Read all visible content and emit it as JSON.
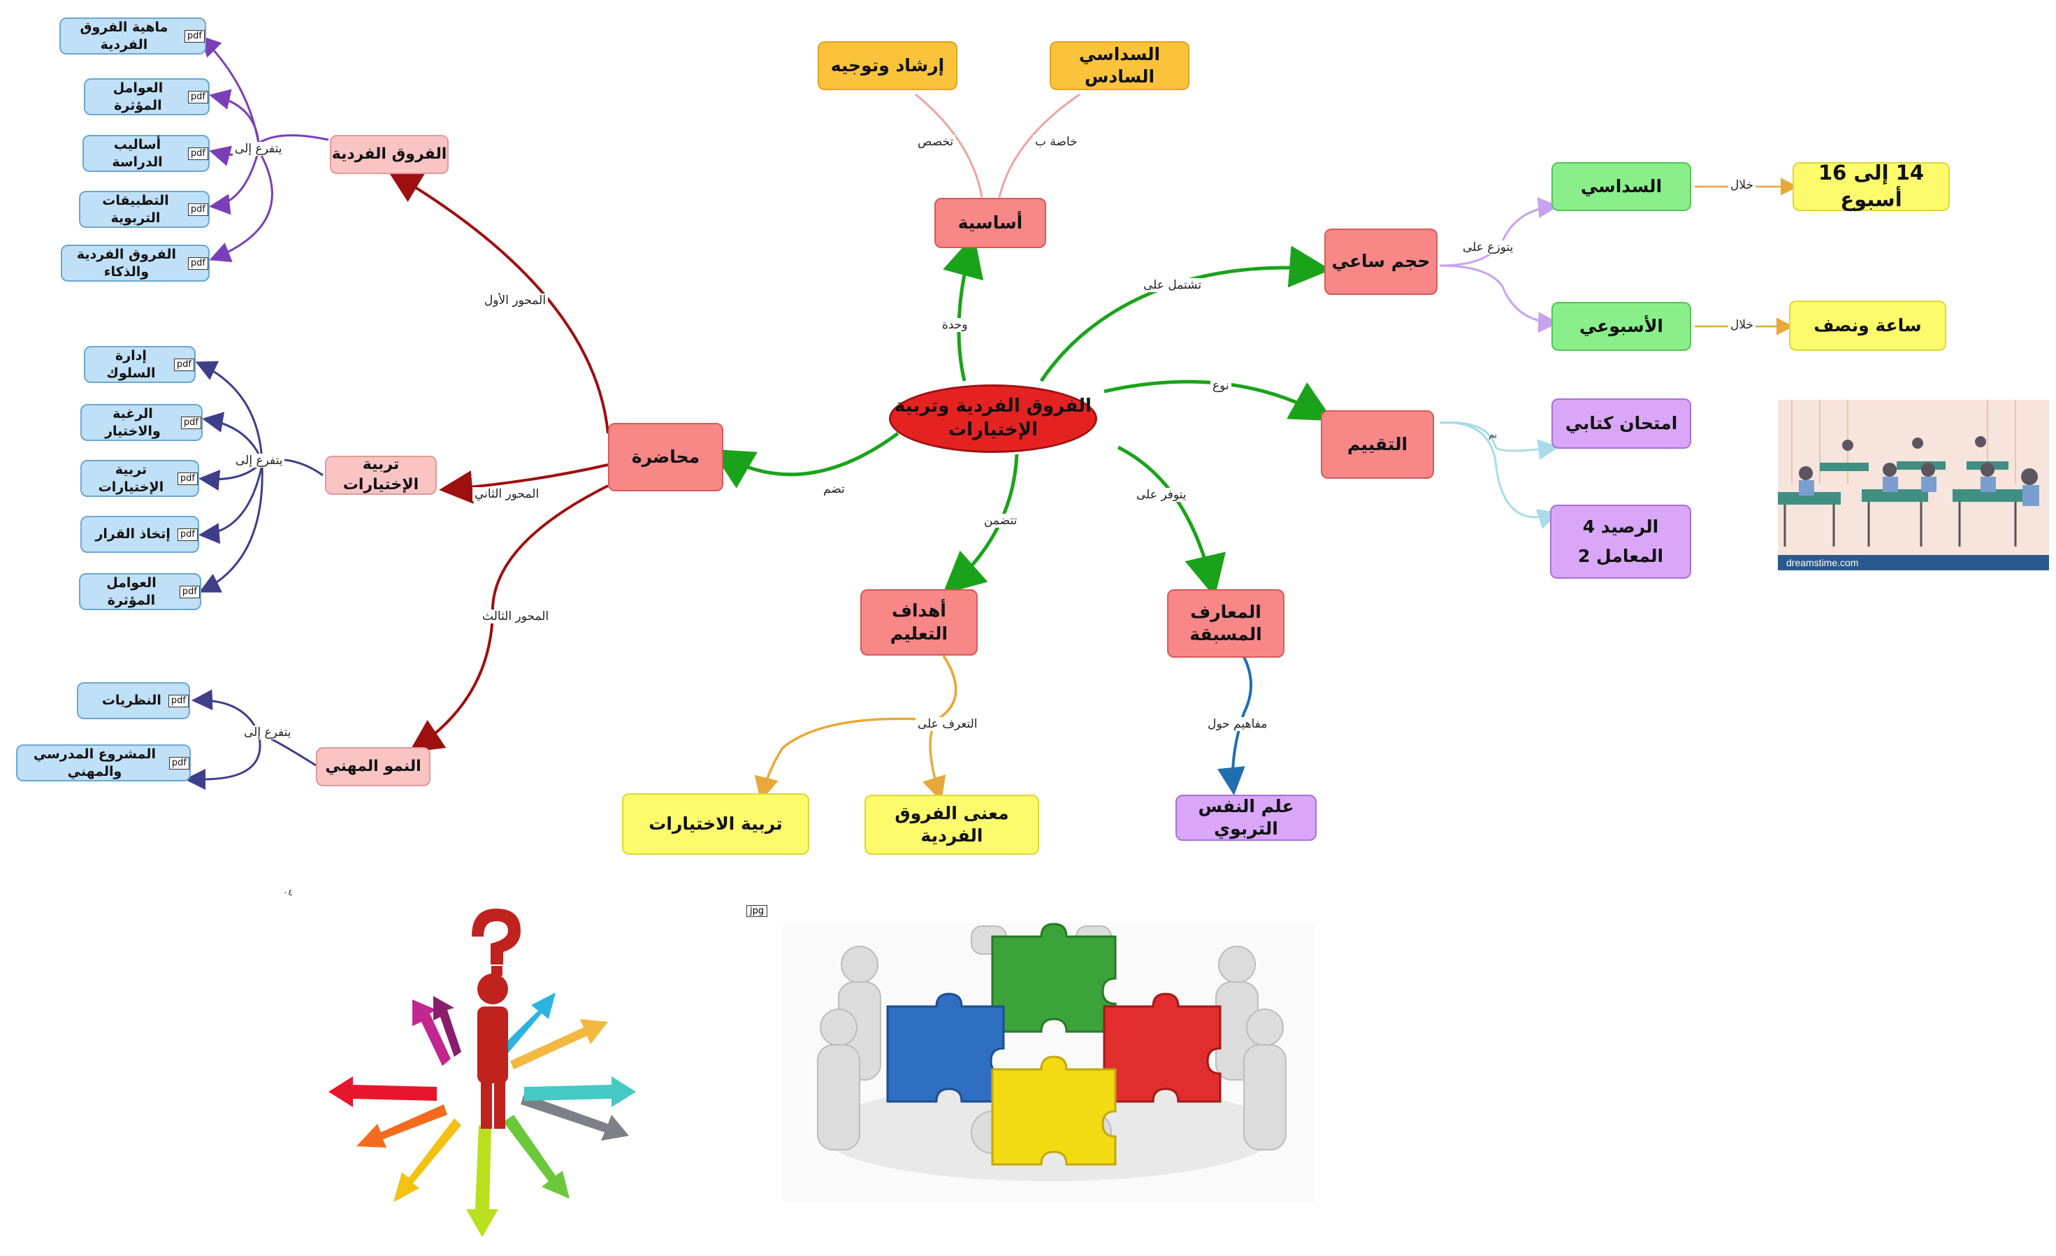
{
  "center": "الفروق الفردية وتربية الإختيارات",
  "nodes": {
    "asasiya": "أساسية",
    "irshad": "إرشاد وتوجيه",
    "sadis": "السداسي السادس",
    "hajm": "حجم ساعي",
    "sudasi": "السداسي",
    "usbui": "الأسبوعي",
    "weeks": "14 إلى 16 أسبوع",
    "hours": "ساعة ونصف",
    "taqyim": "التقييم",
    "exam": "امتحان كتابي",
    "rasid": "الرصيد 4",
    "muamil": "المعامل 2",
    "maarif": "المعارف المسبقة",
    "ilm": "علم النفس التربوي",
    "ahdaf": "أهداف التعليم",
    "mana": "معنى الفروق الفردية",
    "tarbiya_ikh": "تربية الاختيارات",
    "muhadara": "محاضرة",
    "furuq": "الفروق الفردية",
    "tarbiya": "تربية الإختيارات",
    "numuw": "النمو المهني"
  },
  "branches": {
    "furuq": [
      "ماهية الفروق الفردية",
      "العوامل المؤثرة",
      "أساليب الدراسة",
      "التطبيقات التربوية",
      "الفروق الفردية والذكاء"
    ],
    "tarbiya": [
      "إدارة السلوك",
      "الرغبة والاختيار",
      "تربية الإختيارات",
      "إتخاذ القرار",
      "العوامل المؤثرة"
    ],
    "numuw": [
      "النظريات",
      "المشروع المدرسي والمهني"
    ]
  },
  "labels": {
    "wahda": "وحدة",
    "takhassus": "تخصص",
    "khassa": "خاصة ب",
    "tashtamil": "تشتمل على",
    "yatawazza": "يتوزع على",
    "khilal1": "خلال",
    "khilal2": "خلال",
    "naw": "نوع",
    "yatawaffar": "يتوفر على",
    "mafahim": "مفاهيم حول",
    "tatadamman": "تتضمن",
    "taarruf": "التعرف على",
    "tadumm": "تضم",
    "mihwar1": "المحور الأول",
    "mihwar2": "المحور الثاني",
    "mihwar3": "المحور الثالث",
    "yatafarra1": "يتفرع إلى",
    "yatafarra2": "يتفرع إلى",
    "yatafarra3": "يتفرع إلى",
    "small1": "بم",
    "small2": "٠٤",
    "small3": "٠٤"
  },
  "file_tags": {
    "pdf": "pdf",
    "jpg": "jpg"
  },
  "images": {
    "photo_caption": "dreamstime.com"
  },
  "colors": {
    "center": "#e52222",
    "red_node": "#f88787",
    "pink_node": "#fac4c4",
    "blue_node": "#bfe0f6",
    "orange_node": "#fbc33c",
    "green_node": "#8aef8a",
    "yellow_node": "#fbfb6c",
    "purple_node": "#d9a6f8",
    "edge_green": "#1aa31a",
    "edge_darkred": "#9e0f0f",
    "edge_purple": "#7a3fb8",
    "edge_navy": "#3e3e8a"
  }
}
